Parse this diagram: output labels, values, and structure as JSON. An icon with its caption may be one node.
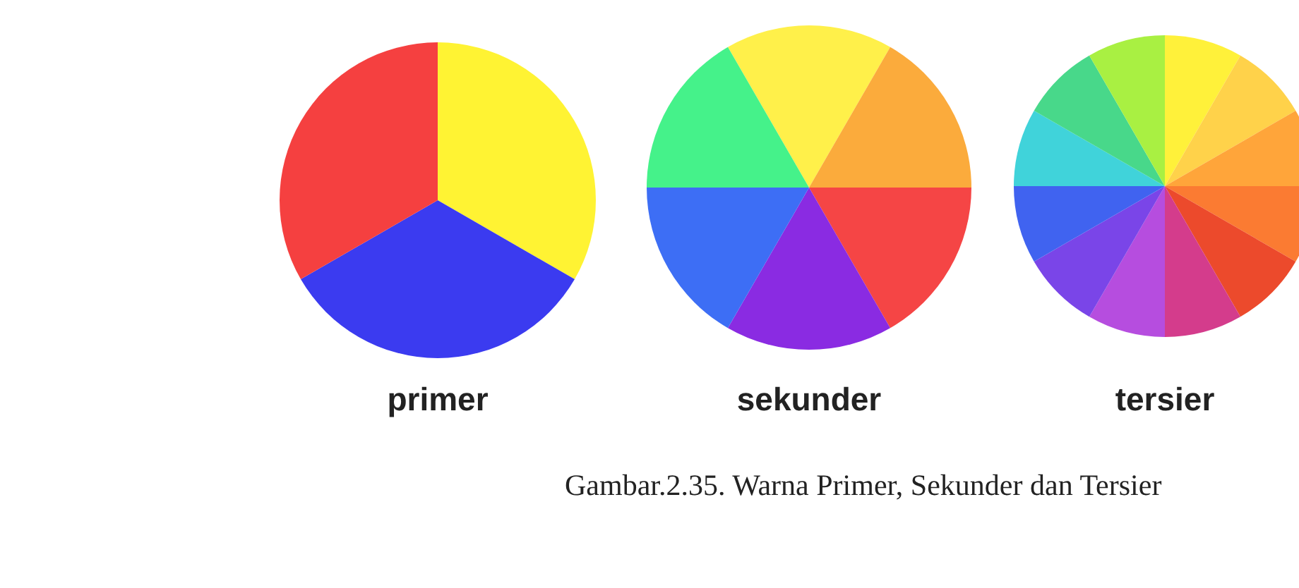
{
  "diagram": {
    "caption": "Gambar.2.35. Warna Primer, Sekunder dan Tersier",
    "nodes": [
      {
        "text": [
          "primer"
        ]
      },
      {
        "text": [
          "sekunder"
        ]
      },
      {
        "text": [
          "tersier"
        ]
      }
    ]
  }
}
